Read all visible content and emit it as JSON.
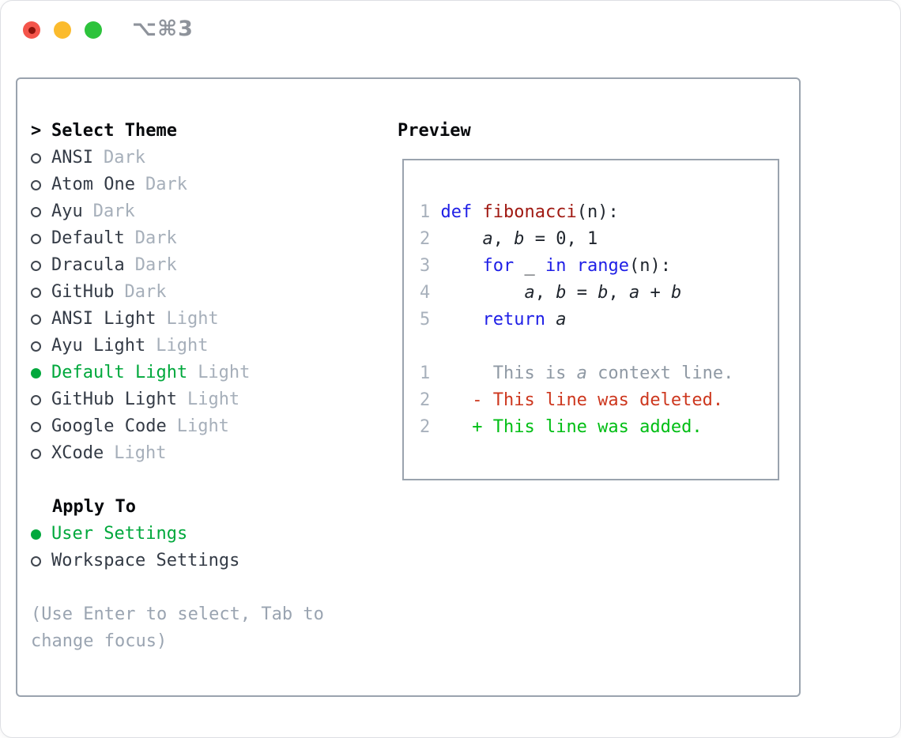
{
  "titlebar": {
    "title": "⌥⌘3",
    "traffic_lights": [
      "close",
      "minimize",
      "zoom"
    ]
  },
  "selector": {
    "prompt_marker": ">",
    "heading": "Select Theme",
    "themes": [
      {
        "name": "ANSI",
        "variant": "Dark",
        "selected": false
      },
      {
        "name": "Atom One",
        "variant": "Dark",
        "selected": false
      },
      {
        "name": "Ayu",
        "variant": "Dark",
        "selected": false
      },
      {
        "name": "Default",
        "variant": "Dark",
        "selected": false
      },
      {
        "name": "Dracula",
        "variant": "Dark",
        "selected": false
      },
      {
        "name": "GitHub",
        "variant": "Dark",
        "selected": false
      },
      {
        "name": "ANSI Light",
        "variant": "Light",
        "selected": false
      },
      {
        "name": "Ayu Light",
        "variant": "Light",
        "selected": false
      },
      {
        "name": "Default Light",
        "variant": "Light",
        "selected": true
      },
      {
        "name": "GitHub Light",
        "variant": "Light",
        "selected": false
      },
      {
        "name": "Google Code",
        "variant": "Light",
        "selected": false
      },
      {
        "name": "XCode",
        "variant": "Light",
        "selected": false
      }
    ],
    "apply_to": {
      "heading": "Apply To",
      "options": [
        {
          "label": "User Settings",
          "selected": true
        },
        {
          "label": "Workspace Settings",
          "selected": false
        }
      ]
    },
    "hint": "(Use Enter to select, Tab to change focus)"
  },
  "preview": {
    "heading": "Preview",
    "lines": [
      {
        "num": "1",
        "segments": [
          [
            "def",
            "kw"
          ],
          [
            " ",
            "p"
          ],
          [
            "fibonacci",
            "fn"
          ],
          [
            "(n):",
            "p"
          ]
        ]
      },
      {
        "num": "2",
        "segments": [
          [
            "    ",
            "p"
          ],
          [
            "a",
            "v"
          ],
          [
            ", ",
            "p"
          ],
          [
            "b",
            "v"
          ],
          [
            " = 0, 1",
            "p"
          ]
        ]
      },
      {
        "num": "3",
        "segments": [
          [
            "    ",
            "p"
          ],
          [
            "for",
            "kw"
          ],
          [
            " _ ",
            "p"
          ],
          [
            "in",
            "kw"
          ],
          [
            " ",
            "p"
          ],
          [
            "range",
            "kw"
          ],
          [
            "(n):",
            "p"
          ]
        ]
      },
      {
        "num": "4",
        "segments": [
          [
            "        ",
            "p"
          ],
          [
            "a",
            "v"
          ],
          [
            ", ",
            "p"
          ],
          [
            "b",
            "v"
          ],
          [
            " = ",
            "p"
          ],
          [
            "b",
            "v"
          ],
          [
            ", ",
            "p"
          ],
          [
            "a",
            "v"
          ],
          [
            " + ",
            "p"
          ],
          [
            "b",
            "v"
          ]
        ]
      },
      {
        "num": "5",
        "segments": [
          [
            "    ",
            "p"
          ],
          [
            "return",
            "kw"
          ],
          [
            " ",
            "p"
          ],
          [
            "a",
            "v"
          ]
        ]
      },
      {
        "num": "",
        "segments": []
      },
      {
        "num": "1",
        "segments": [
          [
            "     This is ",
            "ctx"
          ],
          [
            "a",
            "ctxv"
          ],
          [
            " context line.",
            "ctx"
          ]
        ]
      },
      {
        "num": "2",
        "segments": [
          [
            "   ",
            "p"
          ],
          [
            "- This line was deleted.",
            "del"
          ]
        ]
      },
      {
        "num": "2",
        "segments": [
          [
            "   ",
            "p"
          ],
          [
            "+ This line was added.",
            "add"
          ]
        ]
      }
    ]
  },
  "colors": {
    "selection_green": "#00a83c",
    "added_green": "#00be14",
    "deleted_red": "#cd371e",
    "keyword_blue": "#1e1ee6",
    "function_red": "#a01912",
    "muted_gray": "#a6afba",
    "border_gray": "#9aa3ae",
    "traffic_red": "#f4554b",
    "traffic_yellow": "#fbbb2d",
    "traffic_green": "#2dc33c"
  }
}
